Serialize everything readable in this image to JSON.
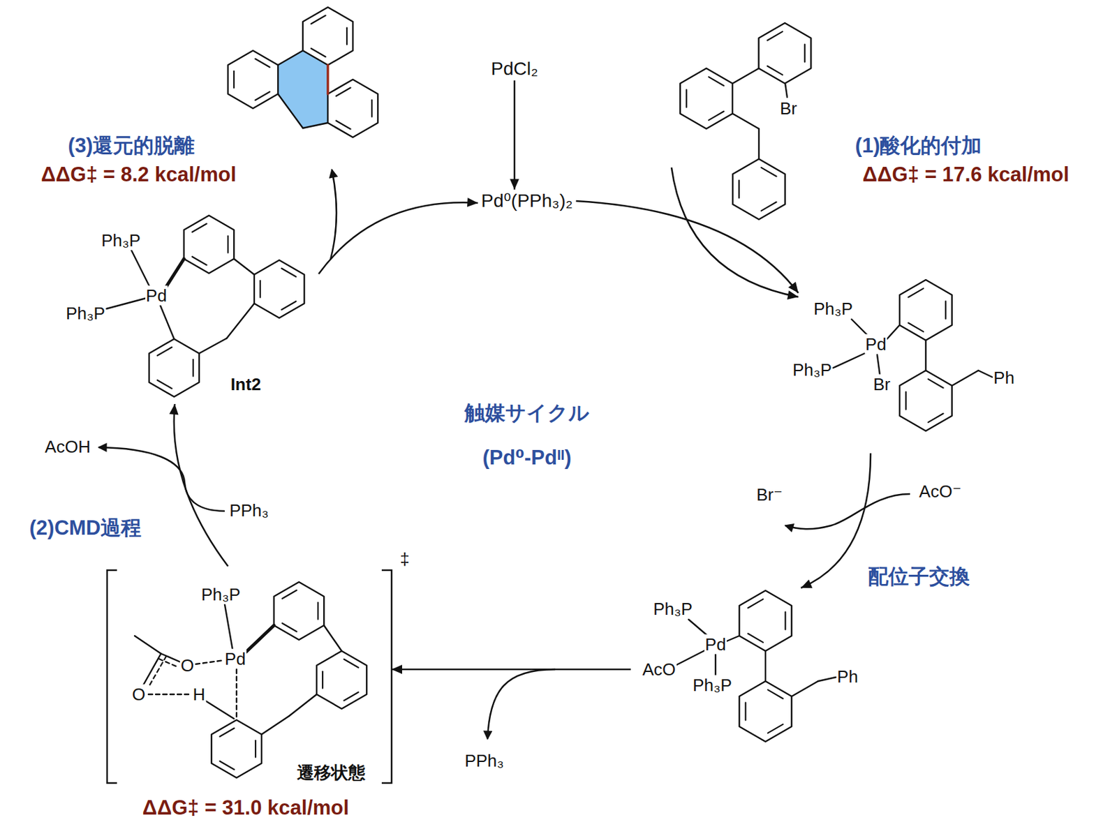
{
  "diagram": {
    "nodes": [
      {
        "text": [
          "PdCl₂"
        ]
      },
      {
        "text": [
          "Pd⁰(PPh₃)₂"
        ]
      },
      {
        "text": [
          "Br"
        ]
      },
      {
        "text": [
          "Ph₃P",
          "Pd",
          "Ph₃P",
          "Br",
          "Ph"
        ]
      },
      {
        "text": [
          "Ph₃P",
          "Pd",
          "AcO",
          "Ph₃P",
          "Ph"
        ]
      },
      {
        "text": [
          "Ph₃P",
          "O",
          "Pd",
          "O",
          "H",
          "遷移状態"
        ]
      },
      {
        "text": [
          "Ph₃P",
          "Pd",
          "Ph₃P",
          "Int2"
        ]
      }
    ],
    "edges": [
      {
        "from": 0,
        "to": 1,
        "arrow": "to"
      },
      {
        "from": 1,
        "to": 3,
        "arrow": "to"
      },
      {
        "from": 2,
        "to": 3,
        "arrow": "to"
      },
      {
        "from": 3,
        "to": 4,
        "arrow": "to"
      },
      {
        "from": 4,
        "to": 5,
        "arrow": "to"
      },
      {
        "from": 5,
        "to": 6,
        "arrow": "to"
      },
      {
        "from": 6,
        "to": 1,
        "arrow": "to"
      }
    ],
    "labels": [
      "(1)酸化的付加",
      "ΔΔG‡ = 17.6 kcal/mol",
      "配位子交換",
      "AcO⁻",
      "Br⁻",
      "PPh₃",
      "‡",
      "ΔΔG‡ = 31.0 kcal/mol",
      "PPh₃",
      "AcOH",
      "(2)CMD過程",
      "(3)還元的脱離",
      "ΔΔG‡ = 8.2 kcal/mol",
      "触媒サイクル",
      "(Pd⁰-Pdᴵᴵ)"
    ]
  }
}
